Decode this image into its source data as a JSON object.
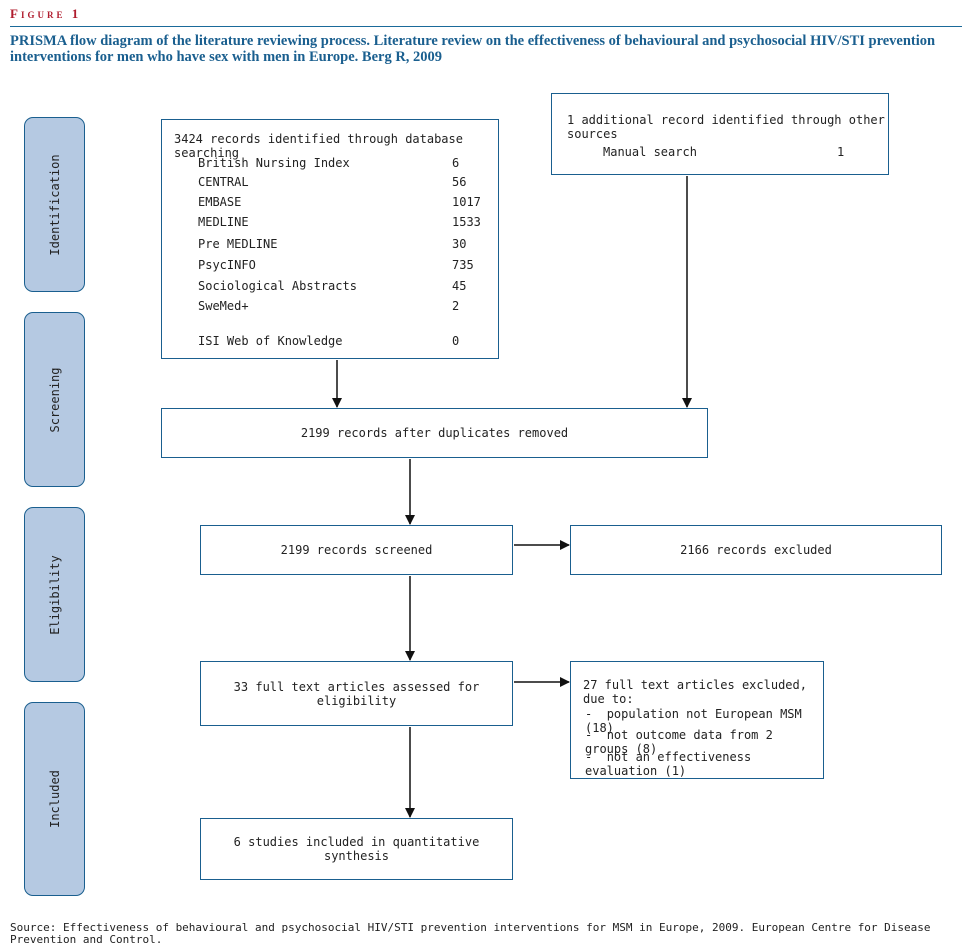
{
  "figure": {
    "label": "Figure 1",
    "title": "PRISMA flow diagram of the literature reviewing process. Literature review on the effectiveness of behavioural and psychosocial HIV/STI prevention interventions for men who have sex with men in Europe. Berg R, 2009"
  },
  "stages": [
    "Identification",
    "Screening",
    "Eligibility",
    "Included"
  ],
  "database_box": {
    "heading": "3424 records identified through database searching",
    "sources": [
      {
        "name": "British Nursing Index",
        "count": "6"
      },
      {
        "name": "CENTRAL",
        "count": "56"
      },
      {
        "name": "EMBASE",
        "count": "1017"
      },
      {
        "name": "MEDLINE",
        "count": "1533"
      },
      {
        "name": "Pre MEDLINE",
        "count": "30"
      },
      {
        "name": "PsycINFO",
        "count": "735"
      },
      {
        "name": "Sociological Abstracts",
        "count": "45"
      },
      {
        "name": "SweMed+",
        "count": "2"
      },
      {
        "name": "ISI Web of Knowledge",
        "count": "0"
      }
    ]
  },
  "other_sources_box": {
    "heading": "1 additional record identified through other sources",
    "item_name": "Manual search",
    "item_count": "1"
  },
  "dedup_box": "2199 records after duplicates removed",
  "screened_box": "2199 records screened",
  "excluded_box": "2166 records excluded",
  "fulltext_box": "33 full text articles assessed for eligibility",
  "fulltext_excluded_box": {
    "heading": "27 full text articles excluded, due to:",
    "reasons": [
      "population not European MSM (18)",
      "not outcome data from 2 groups (8)",
      "not an effectiveness evaluation (1)"
    ]
  },
  "included_box": "6 studies included in quantitative synthesis",
  "source_note": "Source: Effectiveness of behavioural and psychosocial HIV/STI prevention interventions for MSM in Europe, 2009. European Centre for Disease Prevention and Control.",
  "colors": {
    "accent": "#1a5f8f",
    "stage_fill": "#b5c9e2",
    "figure_label": "#b01c2e"
  }
}
